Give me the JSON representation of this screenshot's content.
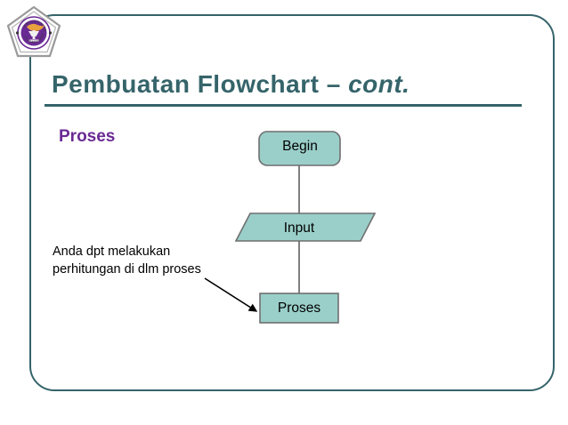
{
  "slide": {
    "frame_color": "#35646a",
    "background": "#ffffff"
  },
  "logo": {
    "name": "universitas-gunadarma-logo",
    "outer_text": "UNIVERSITAS",
    "lower_text": "GUNADARMA",
    "ring_color": "#6a2a94",
    "border_color": "#8a8a8a"
  },
  "header": {
    "title_main": "Pembuatan Flowchart – ",
    "title_italic": "cont.",
    "title_color": "#35646a"
  },
  "body": {
    "section_label": "Proses",
    "section_label_color": "#6a2a94",
    "annotation_line1": "Anda dpt melakukan",
    "annotation_line2": "perhitungan di dlm proses"
  },
  "flowchart": {
    "shape_fill": "#9acfc9",
    "shape_stroke": "#6f6f6f",
    "connector_color": "#808080",
    "arrow_color": "#000000",
    "nodes": [
      {
        "id": "begin",
        "label": "Begin",
        "shape": "rounded-rectangle"
      },
      {
        "id": "input",
        "label": "Input",
        "shape": "parallelogram"
      },
      {
        "id": "proses",
        "label": "Proses",
        "shape": "rectangle"
      }
    ]
  }
}
